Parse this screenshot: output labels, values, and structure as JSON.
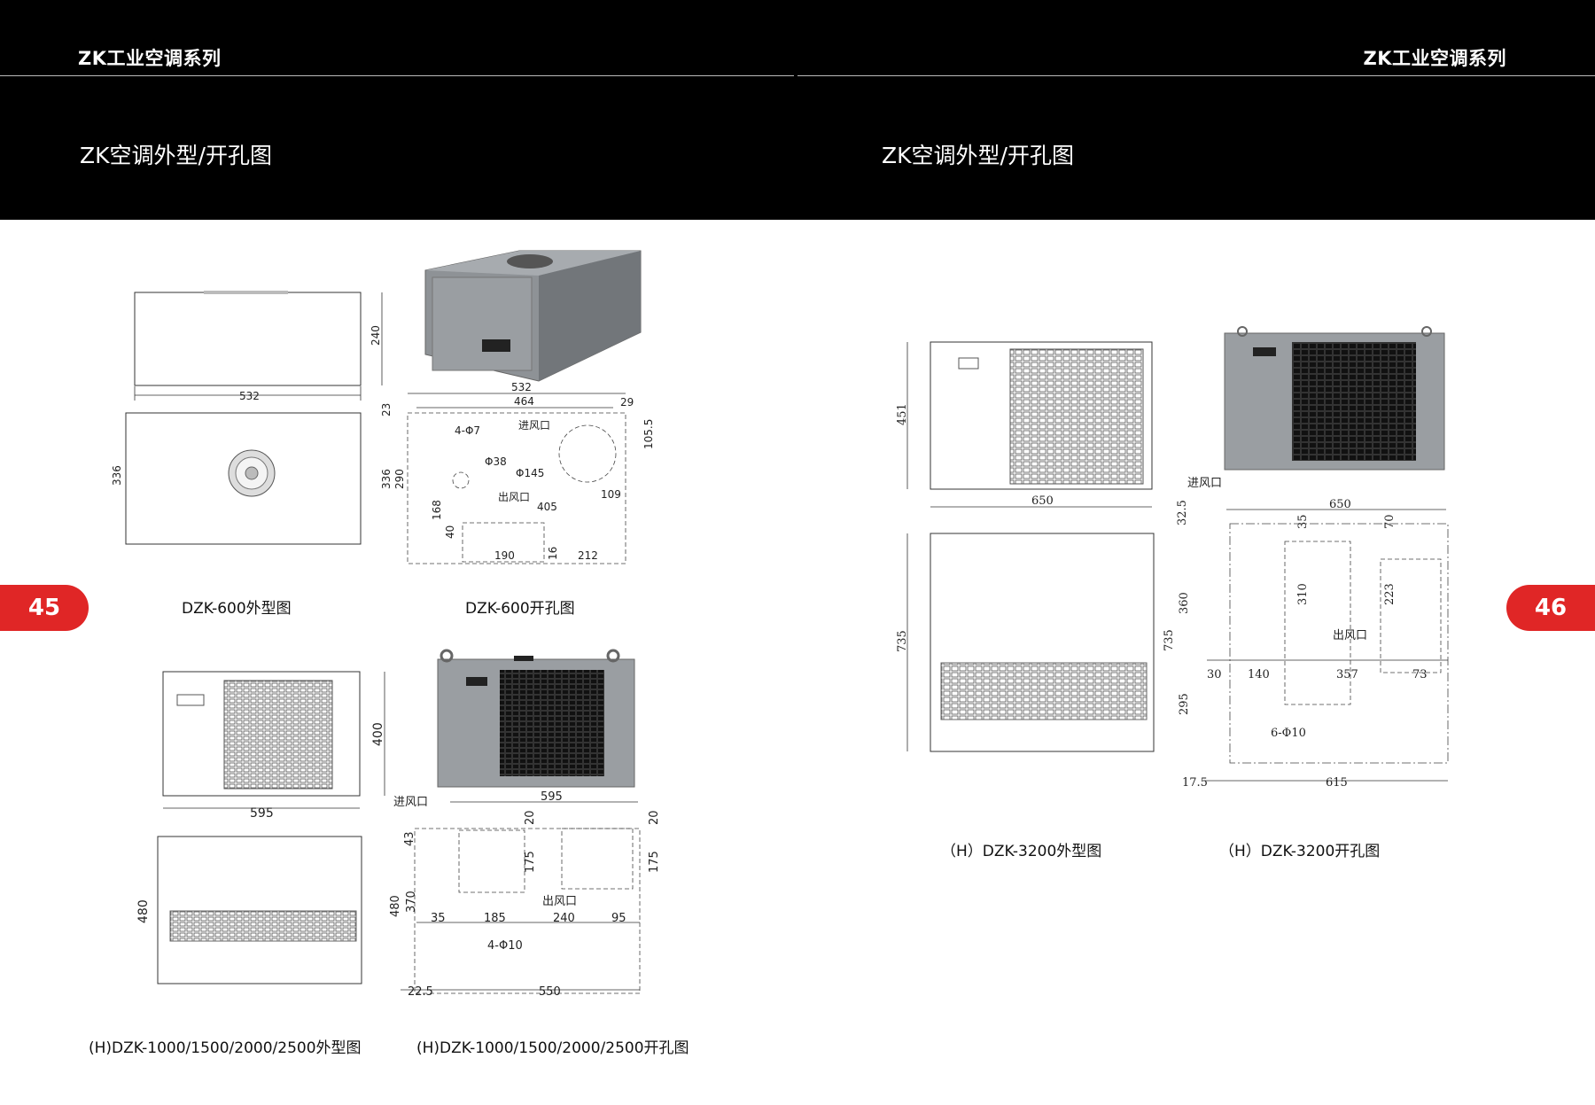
{
  "header": {
    "series_left": "ZK工业空调系列",
    "series_right": "ZK工业空调系列",
    "section_left": "ZK空调外型/开孔图",
    "section_right": "ZK空调外型/开孔图"
  },
  "pages": {
    "left": "45",
    "right": "46"
  },
  "captions": {
    "dzk600_outline": "DZK-600外型图",
    "dzk600_cutout": "DZK-600开孔图",
    "dzk1000_outline": "(H)DZK-1000/1500/2000/2500外型图",
    "dzk1000_cutout": "(H)DZK-1000/1500/2000/2500开孔图",
    "dzk3200_outline": "（H）DZK-3200外型图",
    "dzk3200_cutout": "（H）DZK-3200开孔图"
  },
  "dzk600": {
    "outline": {
      "width": "532",
      "height_top": "240",
      "depth": "336"
    },
    "cutout": {
      "d532": "532",
      "d464": "464",
      "d23": "23",
      "d29": "29",
      "d105_5": "105.5",
      "holes": "4-Φ7",
      "inlet": "进风口",
      "d38": "Φ38",
      "d145": "Φ145",
      "outlet": "出风口",
      "d405": "405",
      "d109": "109",
      "d336": "336",
      "d290": "290",
      "d168": "168",
      "d40": "40",
      "d190": "190",
      "d16": "16",
      "d212": "212"
    }
  },
  "dzk1000": {
    "outline": {
      "width": "595",
      "height": "400",
      "depth": "480"
    },
    "cutout": {
      "inlet": "进风口",
      "d595": "595",
      "d20a": "20",
      "d20b": "20",
      "d43": "43",
      "d175a": "175",
      "d175b": "175",
      "outlet": "出风口",
      "d480": "480",
      "d370": "370",
      "d35": "35",
      "d185": "185",
      "d240": "240",
      "d95": "95",
      "holes": "4-Φ10",
      "d22_5": "22.5",
      "d550": "550"
    }
  },
  "dzk3200": {
    "outline": {
      "height": "451",
      "width": "650",
      "depth": "735"
    },
    "cutout": {
      "inlet": "进风口",
      "d650": "650",
      "d32_5": "32.5",
      "d35": "35",
      "d70": "70",
      "d360": "360",
      "d310": "310",
      "d223": "223",
      "d735": "735",
      "outlet": "出风口",
      "d30": "30",
      "d140": "140",
      "d357": "357",
      "d73": "73",
      "d295": "295",
      "holes": "6-Φ10",
      "d17_5": "17.5",
      "d615": "615"
    }
  },
  "colors": {
    "header_bg": "#000000",
    "page_badge": "#e02626",
    "unit_body": "#8e9296"
  }
}
